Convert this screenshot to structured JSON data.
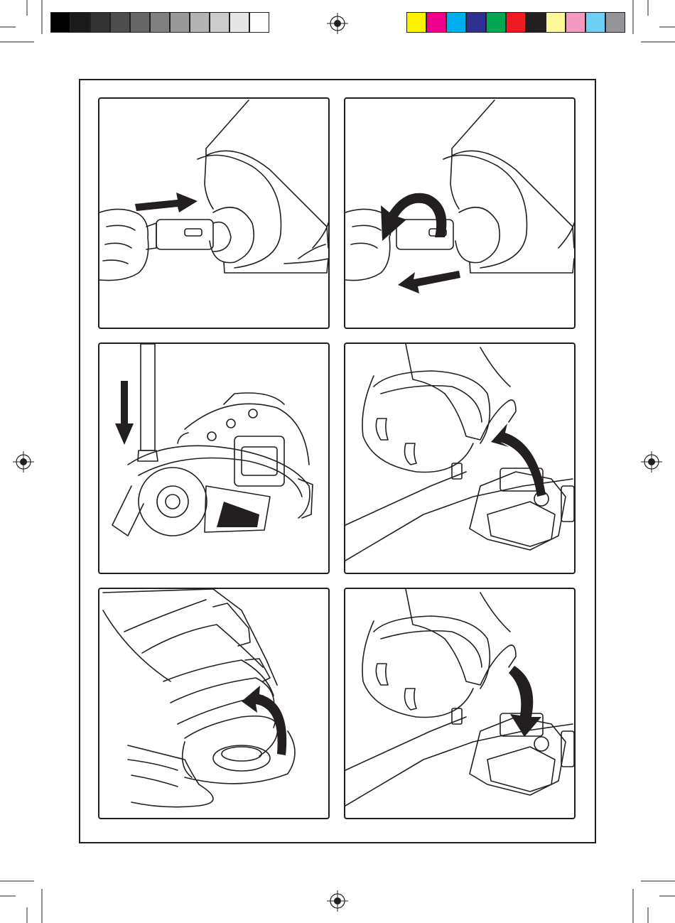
{
  "print_marks": {
    "grayscale_bar": [
      "#000000",
      "#1a1a1a",
      "#333333",
      "#4d4d4d",
      "#666666",
      "#808080",
      "#999999",
      "#b3b3b3",
      "#cccccc",
      "#e6e6e6",
      "#ffffff"
    ],
    "color_bar": [
      "#fff200",
      "#ec008c",
      "#00aeef",
      "#2e3192",
      "#00a651",
      "#ed1c24",
      "#231f20",
      "#fff799",
      "#f49ac1",
      "#6dcff6",
      "#939598"
    ]
  },
  "colors": {
    "ink": "#231f20",
    "paper": "#ffffff"
  },
  "panels": [
    {
      "step": "attach-hose-to-body",
      "arrow": "push-right"
    },
    {
      "step": "twist-and-remove-hose",
      "arrow": "rotate-then-pull-left"
    },
    {
      "step": "park-tube-on-body",
      "arrow": "down"
    },
    {
      "step": "release-dust-container",
      "arrow": "curved-up"
    },
    {
      "step": "open-container-lid",
      "arrow": "curved-up"
    },
    {
      "step": "refit-dust-container",
      "arrow": "curved-down"
    }
  ]
}
